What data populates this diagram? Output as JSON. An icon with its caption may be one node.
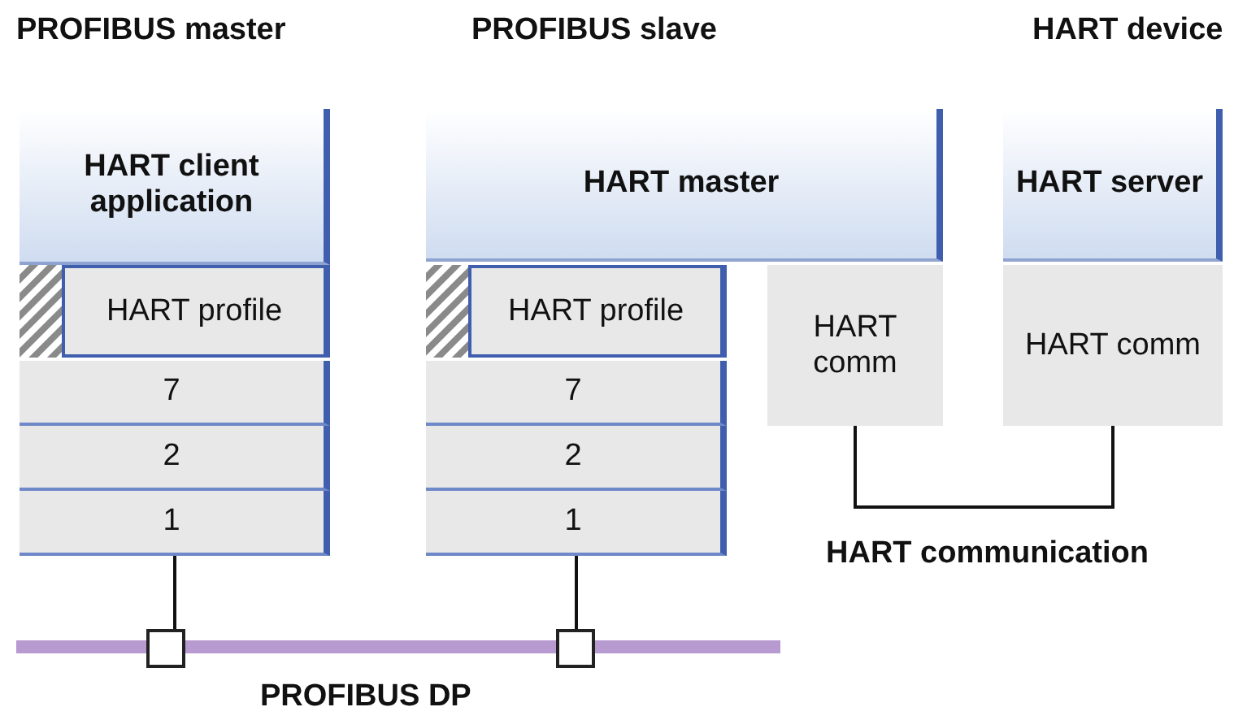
{
  "diagram": {
    "nodes": [
      {
        "text": [
          "HART client application"
        ]
      },
      {
        "text": [
          "HART profile"
        ]
      },
      {
        "text": [
          "7"
        ]
      },
      {
        "text": [
          "2"
        ]
      },
      {
        "text": [
          "1"
        ]
      },
      {
        "text": [
          "HART master"
        ]
      },
      {
        "text": [
          "HART profile"
        ]
      },
      {
        "text": [
          "7"
        ]
      },
      {
        "text": [
          "2"
        ]
      },
      {
        "text": [
          "1"
        ]
      },
      {
        "text": [
          "HART comm"
        ]
      },
      {
        "text": [
          "HART server"
        ]
      },
      {
        "text": [
          "HART comm"
        ]
      },
      {
        "text": [
          "PROFIBUS DP"
        ]
      },
      {
        "text": [],
        "shape": "box"
      },
      {
        "text": [],
        "shape": "box"
      }
    ],
    "edges": [
      {
        "from": 4,
        "to": 14,
        "arrow": "none"
      },
      {
        "from": 9,
        "to": 15,
        "arrow": "none"
      },
      {
        "from": 10,
        "to": 12,
        "arrow": "none",
        "label": "HART communication"
      }
    ],
    "labels": [
      "PROFIBUS master",
      "PROFIBUS slave",
      "HART device"
    ]
  }
}
